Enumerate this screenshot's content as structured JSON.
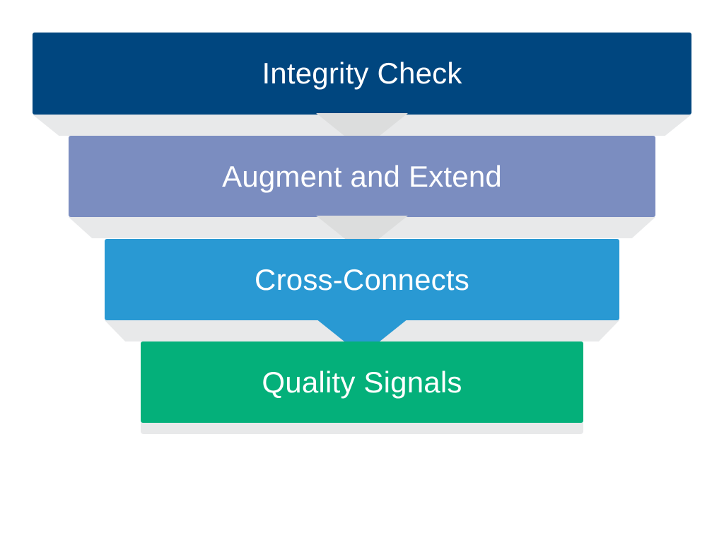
{
  "diagram": {
    "stages": [
      {
        "label": "Integrity Check",
        "color": "#00467f"
      },
      {
        "label": "Augment and Extend",
        "color": "#7b8dc0"
      },
      {
        "label": "Cross-Connects",
        "color": "#2999d3"
      },
      {
        "label": "Quality Signals",
        "color": "#04b07a"
      }
    ],
    "shelf_color": "#e8e9ea",
    "connector_color": "#dcdddd"
  }
}
